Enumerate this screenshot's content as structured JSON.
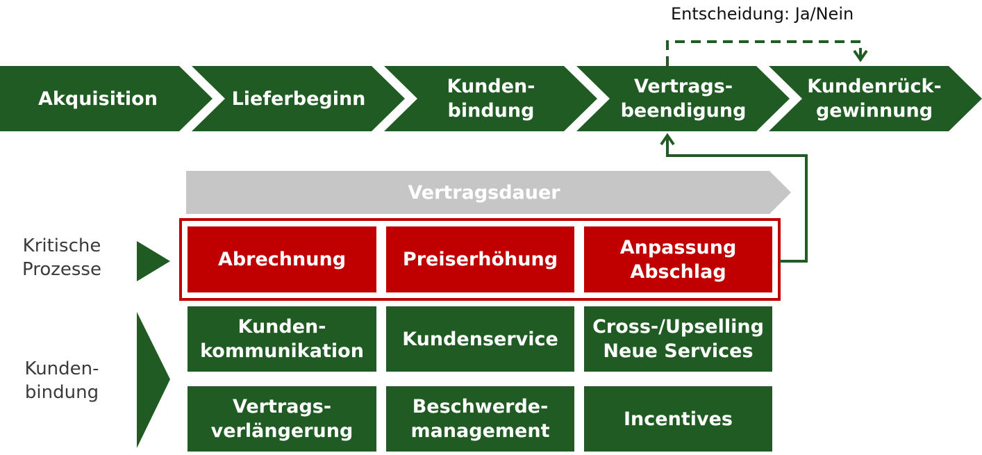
{
  "process_chain": [
    {
      "label": "Akquisition"
    },
    {
      "label": "Lieferbeginn"
    },
    {
      "label": "Kunden-\nbindung"
    },
    {
      "label": "Vertrags-\nbeendigung"
    },
    {
      "label": "Kundenrück-\ngewinnung"
    }
  ],
  "decision": {
    "label": "Entscheidung: Ja/Nein"
  },
  "duration": {
    "label": "Vertragsdauer"
  },
  "critical_processes": {
    "label": "Kritische\nProzesse",
    "items": [
      {
        "label": "Abrechnung"
      },
      {
        "label": "Preiserhöhung"
      },
      {
        "label": "Anpassung\nAbschlag"
      }
    ]
  },
  "customer_retention": {
    "label": "Kunden-\nbindung",
    "items": [
      {
        "label": "Kunden-\nkommunikation"
      },
      {
        "label": "Kundenservice"
      },
      {
        "label": "Cross-/Upselling\nNeue Services"
      },
      {
        "label": "Vertrags-\nverlängerung"
      },
      {
        "label": "Beschwerde-\nmanagement"
      },
      {
        "label": "Incentives"
      }
    ]
  },
  "colors": {
    "green": "#215b24",
    "red": "#c00000",
    "gray": "#c6c6c6"
  }
}
